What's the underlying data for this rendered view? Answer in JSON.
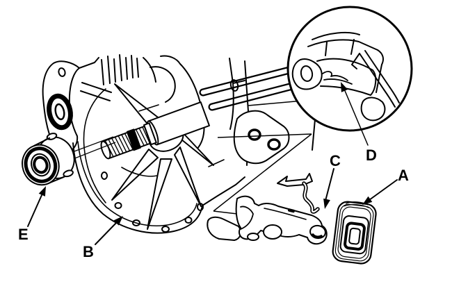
{
  "figure": {
    "background_color": "#ffffff",
    "ink_color": "#000000",
    "kind": "exploded technical line-art of clutch release assembly with magnified inset",
    "labels": [
      {
        "letter": "A",
        "part": "release-fork-boot"
      },
      {
        "letter": "B",
        "part": "clutch-housing"
      },
      {
        "letter": "C",
        "part": "release-fork"
      },
      {
        "letter": "D",
        "part": "spring-clip-detail"
      },
      {
        "letter": "E",
        "part": "release-bearing"
      }
    ]
  }
}
